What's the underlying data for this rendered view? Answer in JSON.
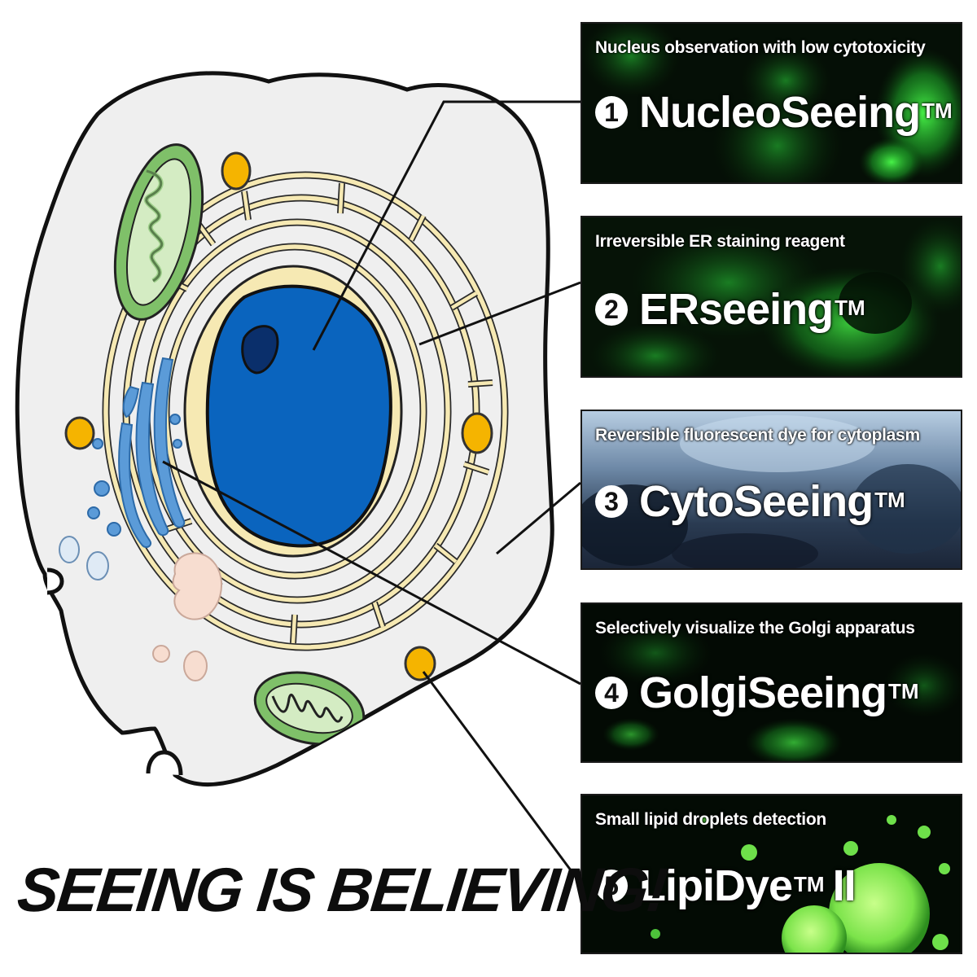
{
  "panels": [
    {
      "num": "1",
      "subtitle": "Nucleus observation with low cytotoxicity",
      "name": "NucleoSeeing",
      "tm": "TM",
      "suffix": ""
    },
    {
      "num": "2",
      "subtitle": "Irreversible ER staining reagent",
      "name": "ERseeing",
      "tm": "TM",
      "suffix": ""
    },
    {
      "num": "3",
      "subtitle": "Reversible fluorescent dye for cytoplasm",
      "name": "CytoSeeing",
      "tm": "TM",
      "suffix": ""
    },
    {
      "num": "4",
      "subtitle": "Selectively visualize the Golgi apparatus",
      "name": "GolgiSeeing",
      "tm": "TM",
      "suffix": ""
    },
    {
      "num": "5",
      "subtitle": "Small lipid droplets detection",
      "name": "LipiDye",
      "tm": "TM",
      "suffix": "II"
    }
  ],
  "slogan": "SEEING IS BELIEVING!",
  "colors": {
    "nucleus": "#0a64be",
    "nucleolus": "#0a2f6b",
    "cytoplasm": "#efefef",
    "er": "#f6e9b3",
    "mitochondria": "#7fc069",
    "golgi": "#5b9bd8",
    "lipid_droplet": "#f5b400",
    "vesicle": "#dfeaf5",
    "lysosome": "#f7ddd0",
    "panel_green": "#1fae2a",
    "panel_blue": "#7f9ec0"
  }
}
